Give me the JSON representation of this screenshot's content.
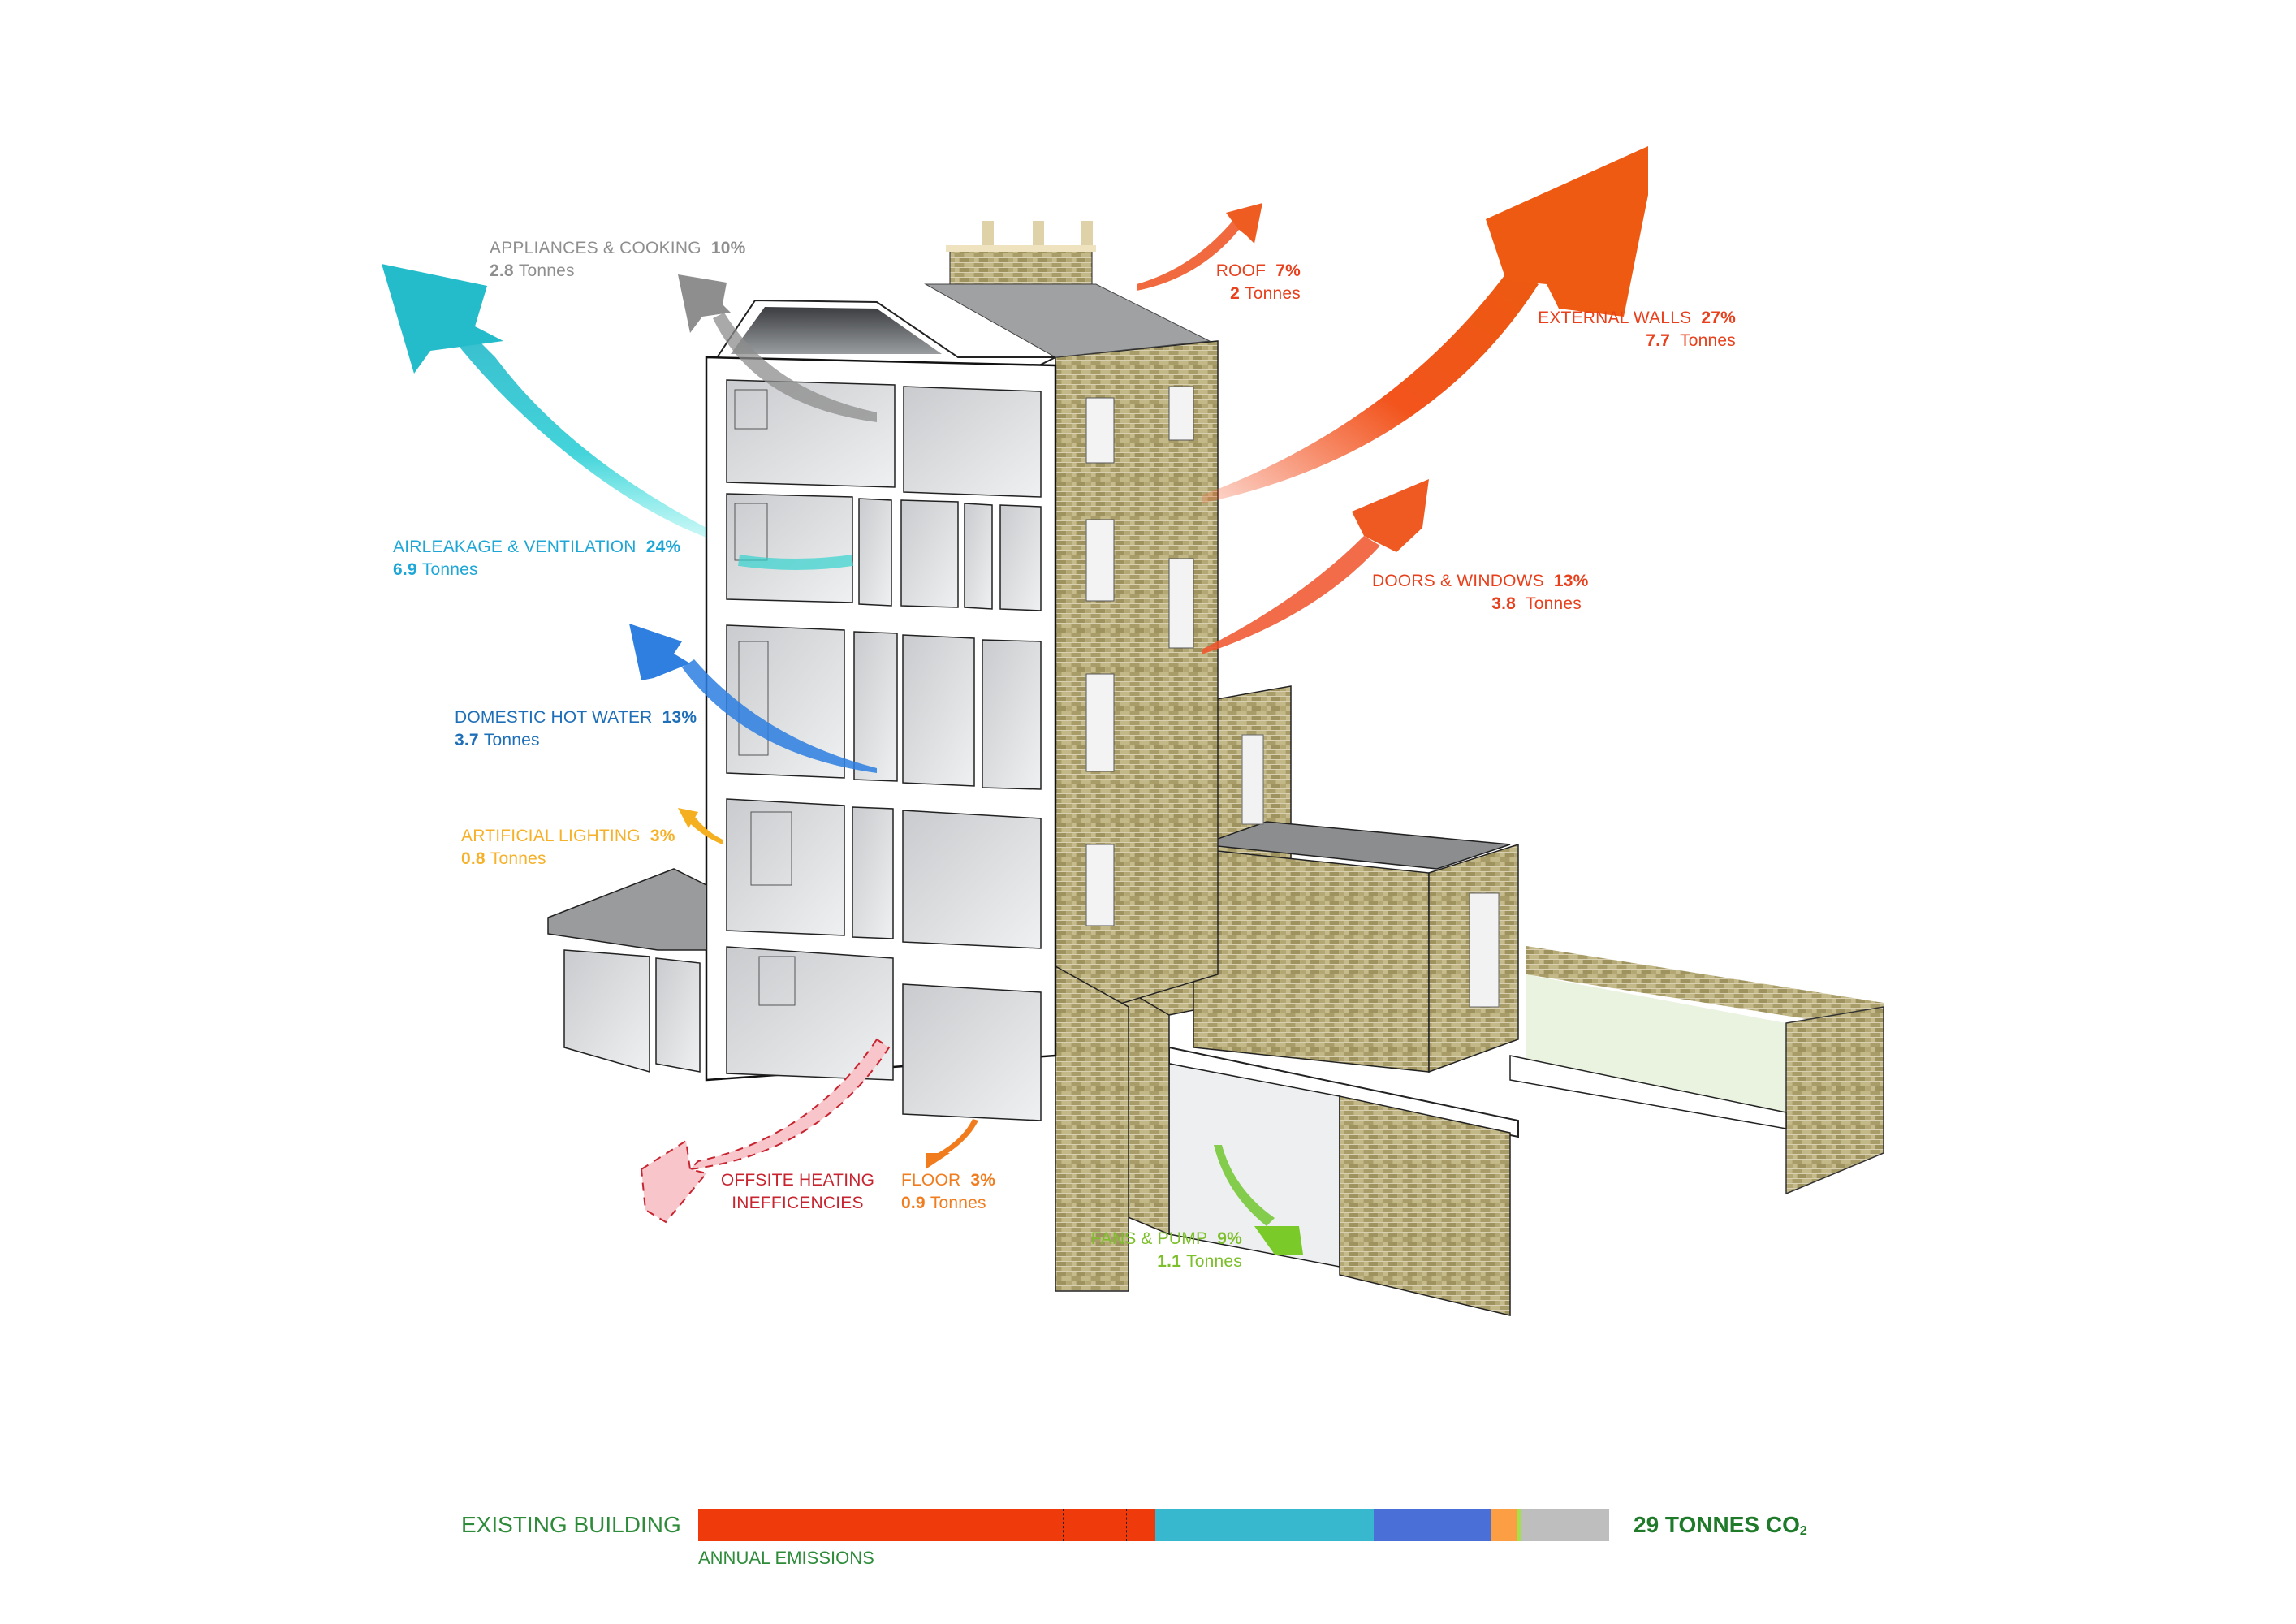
{
  "diagram": {
    "sources": [
      {
        "id": "appliances",
        "name": "APPLIANCES & COOKING",
        "percent": "10%",
        "tonnes": "2.8",
        "unit": "Tonnes",
        "color": "#8f8f8f"
      },
      {
        "id": "roof",
        "name": "ROOF",
        "percent": "7%",
        "tonnes": "2",
        "unit": "Tonnes",
        "color": "#e8401c"
      },
      {
        "id": "external_walls",
        "name": "EXTERNAL WALLS",
        "percent": "27%",
        "tonnes": "7.7",
        "unit": "Tonnes",
        "color": "#e8401c"
      },
      {
        "id": "airleakage",
        "name": "AIRLEAKAGE & VENTILATION",
        "percent": "24%",
        "tonnes": "6.9",
        "unit": "Tonnes",
        "color": "#1ea7d6"
      },
      {
        "id": "doors_windows",
        "name": "DOORS & WINDOWS",
        "percent": "13%",
        "tonnes": "3.8",
        "unit": "Tonnes",
        "color": "#e8401c"
      },
      {
        "id": "hot_water",
        "name": "DOMESTIC HOT WATER",
        "percent": "13%",
        "tonnes": "3.7",
        "unit": "Tonnes",
        "color": "#1e6fb8"
      },
      {
        "id": "lighting",
        "name": "ARTIFICIAL LIGHTING",
        "percent": "3%",
        "tonnes": "0.8",
        "unit": "Tonnes",
        "color": "#f6b12a"
      },
      {
        "id": "floor",
        "name": "FLOOR",
        "percent": "3%",
        "tonnes": "0.9",
        "unit": "Tonnes",
        "color": "#f07c1e"
      },
      {
        "id": "fans_pump",
        "name": "FANS & PUMP",
        "percent": "9%",
        "tonnes": "1.1",
        "unit": "Tonnes",
        "color": "#7cbf2a"
      }
    ],
    "offsite": {
      "line1": "OFFSITE HEATING",
      "line2": "INEFFICENCIES",
      "color": "#c8242f"
    }
  },
  "summary_bar": {
    "title": "EXISTING BUILDING",
    "subtitle": "ANNUAL EMISSIONS",
    "total": "29 TONNES CO",
    "total_sub": "2",
    "segments": [
      {
        "name": "External walls",
        "tonnes": 7.7,
        "color": "#ef3a0c"
      },
      {
        "name": "Doors & windows",
        "tonnes": 3.8,
        "color": "#ef3a0c"
      },
      {
        "name": "Roof",
        "tonnes": 2.0,
        "color": "#ef3a0c"
      },
      {
        "name": "Floor",
        "tonnes": 0.9,
        "color": "#ef3a0c"
      },
      {
        "name": "Airleakage & ventilation",
        "tonnes": 6.9,
        "color": "#38b8cf"
      },
      {
        "name": "Domestic hot water",
        "tonnes": 3.7,
        "color": "#4a70d8"
      },
      {
        "name": "Artificial lighting",
        "tonnes": 0.8,
        "color": "#fb9e44"
      },
      {
        "name": "Fans & pump",
        "tonnes": 0.12,
        "color": "#a6e048"
      },
      {
        "name": "Appliances & cooking",
        "tonnes": 2.8,
        "color": "#bebebe"
      }
    ]
  }
}
